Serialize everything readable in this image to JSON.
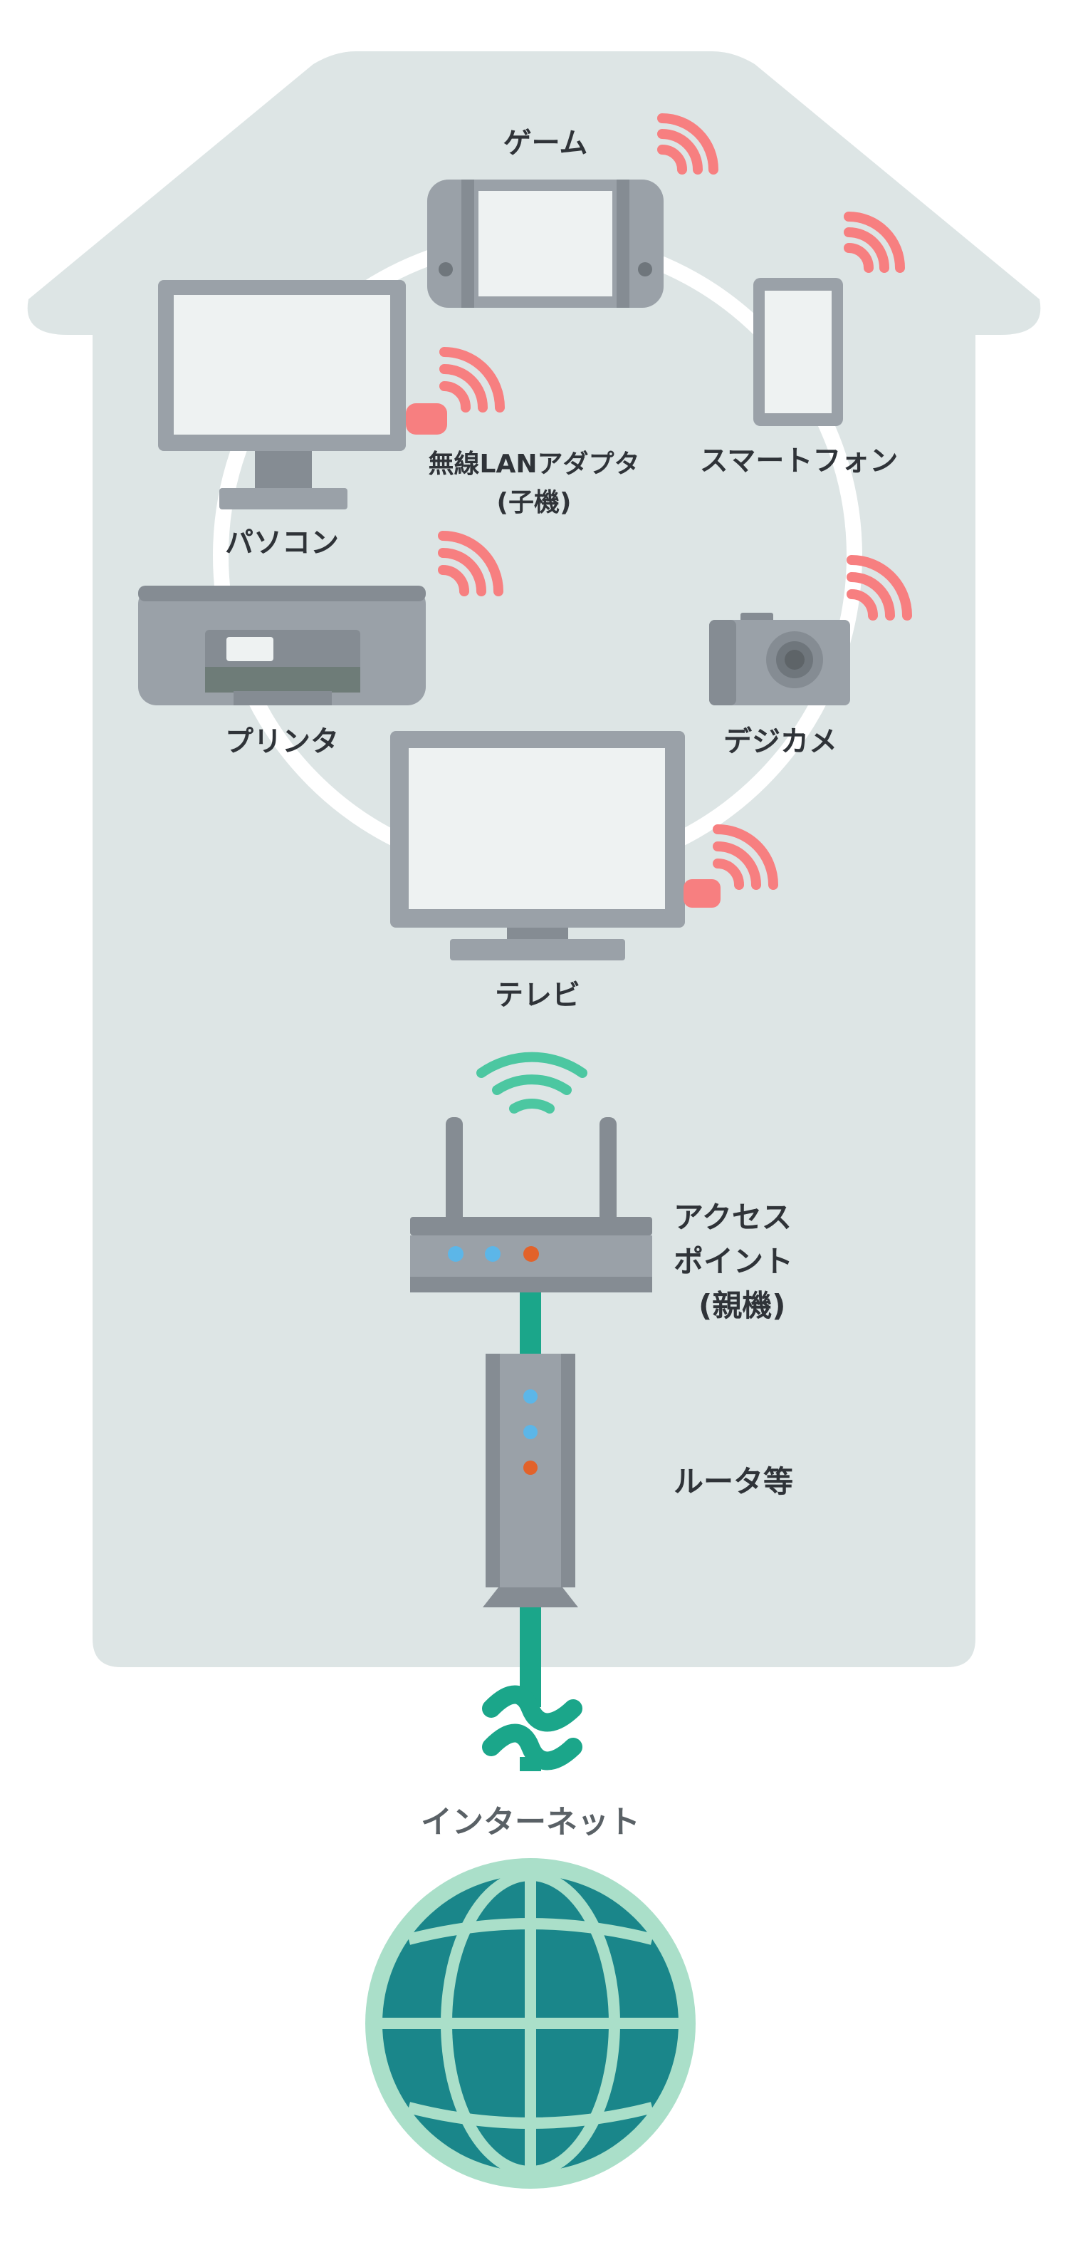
{
  "devices": {
    "game": "ゲーム",
    "pc": "パソコン",
    "adapter_line1": "無線LANアダプタ",
    "adapter_line2": "(子機)",
    "smartphone": "スマートフォン",
    "printer": "プリンタ",
    "camera": "デジカメ",
    "tv": "テレビ"
  },
  "network": {
    "access_point_line1": "アクセス",
    "access_point_line2": "ポイント",
    "access_point_line3": "(親機)",
    "router": "ルータ等",
    "internet": "インターネット"
  },
  "icons": {
    "house": "house-icon",
    "wifi_signal": "wifi-signal-icon",
    "globe": "globe-icon"
  },
  "colors": {
    "house": "#dde5e5",
    "device_gray": "#9aa1a8",
    "device_dark": "#858c93",
    "screen": "#eef2f2",
    "signal_red": "#f77f80",
    "signal_green": "#4cc7a1",
    "cable_green": "#1ba68a",
    "globe_fill": "#1a868a",
    "globe_ring": "#aadfc9",
    "led_blue": "#5cb6e8",
    "led_orange": "#e2622a"
  }
}
